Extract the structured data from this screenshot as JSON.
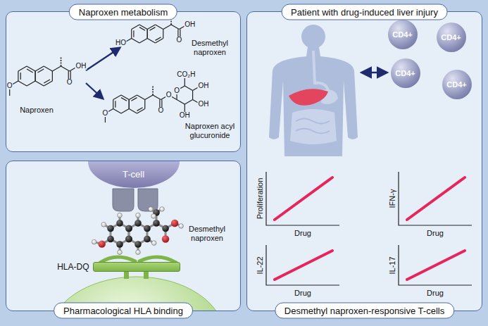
{
  "diagram": {
    "nodes": [
      {
        "text": [
          "Naproxen metabolism"
        ]
      },
      {
        "text": [
          "Patient with drug-induced liver injury",
          "Desmethyl naproxen-responsive T-cells"
        ]
      },
      {
        "text": [
          "CD4+"
        ],
        "in": 1
      },
      {
        "text": [
          "CD4+"
        ],
        "in": 1
      },
      {
        "text": [
          "CD4+"
        ],
        "in": 1
      },
      {
        "text": [
          "CD4+"
        ],
        "in": 1
      },
      {
        "text": [
          "Pharmacological HLA binding"
        ]
      },
      {
        "text": [
          "T-cell"
        ],
        "in": 6
      },
      {
        "text": [
          "HLA-DQ"
        ],
        "in": 6
      }
    ],
    "labels": [
      "Naproxen",
      "Desmethyl naproxen",
      "Naproxen acyl glucuronide",
      "O",
      "O",
      "OH",
      "HO",
      "O",
      "OH",
      "O",
      "O",
      "O",
      "O",
      "CO₂H",
      "OH",
      "OH",
      "OH",
      "Desmethyl naproxen",
      "Proliferation",
      "Drug",
      "IFN-γ",
      "Drug",
      "IL-22",
      "Drug",
      "IL-17",
      "Drug"
    ]
  }
}
